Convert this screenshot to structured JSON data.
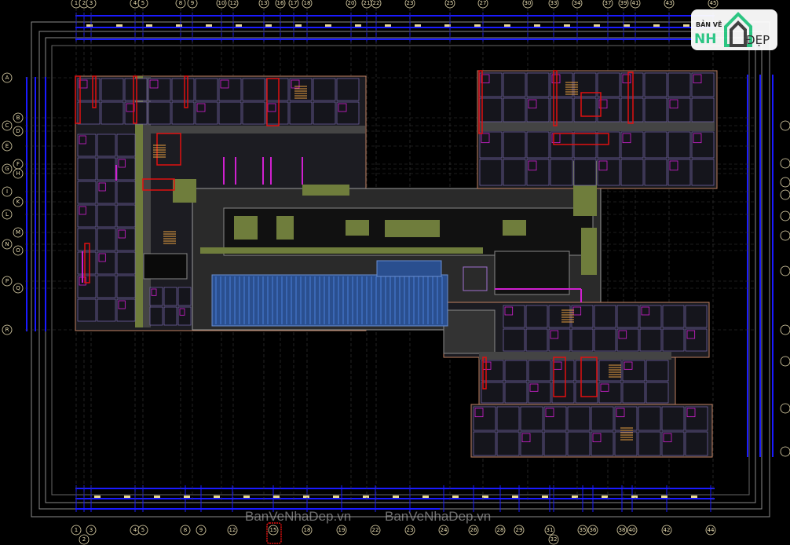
{
  "logo": {
    "line1": "BẢN VẼ",
    "line2": "NH",
    "line3": "ĐẸP"
  },
  "watermark": [
    "BanVeNhaDep.vn",
    "BanVeNhaDep.vn"
  ],
  "grid": {
    "top": [
      "1",
      "2",
      "3",
      "4",
      "5",
      "8",
      "9",
      "10",
      "12",
      "13",
      "16",
      "17",
      "18",
      "20",
      "21",
      "22",
      "23",
      "25",
      "27",
      "30",
      "33",
      "34",
      "37",
      "39",
      "41",
      "43",
      "45"
    ],
    "bottom": [
      "1",
      "2",
      "3",
      "4",
      "5",
      "8",
      "9",
      "12",
      "15",
      "18",
      "19",
      "22",
      "23",
      "24",
      "26",
      "28",
      "29",
      "31",
      "32",
      "35",
      "36",
      "38",
      "40",
      "42",
      "44"
    ],
    "left": [
      "A",
      "B",
      "C",
      "D",
      "E",
      "F",
      "G",
      "H",
      "I",
      "K",
      "L",
      "M",
      "N",
      "O",
      "P",
      "Q",
      "R"
    ]
  },
  "colors": {
    "background": "#000000",
    "dimension": "#1a1aff",
    "wall": "#e01010",
    "accent": "#d020d0",
    "landscape": "#6f7d3c",
    "pool": "#2a4f8f",
    "frame": "#8a8a8a",
    "bubble": "#e8dcb0"
  }
}
